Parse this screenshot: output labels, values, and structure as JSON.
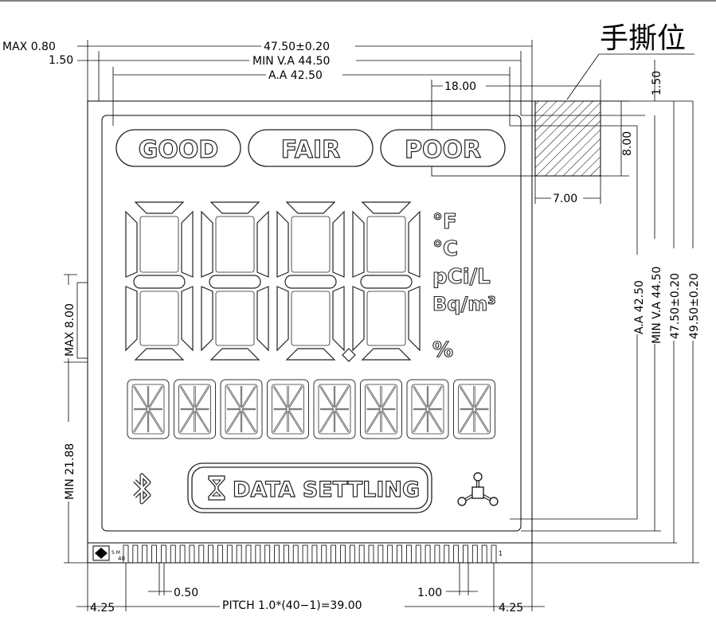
{
  "tear_label": "手撕位",
  "dims": {
    "max_080": "MAX  0.80",
    "d_150_left": "1.50",
    "width_4750": "47.50±0.20",
    "min_va_4450": "MIN  V.A  44.50",
    "aa_4250": "A.A  42.50",
    "d_1800": "18.00",
    "d_800_right": "8.00",
    "d_700": "7.00",
    "d_150_right": "1.50",
    "v_aa_4250": "A.A  42.50",
    "v_min_va_4450": "MIN  V.A  44.50",
    "v_4750": "47.50±0.20",
    "v_4950": "49.50±0.20",
    "max_800_left": "MAX  8.00",
    "min_2188": "MIN  21.88",
    "d_050": "0.50",
    "d_100": "1.00",
    "d_425_left": "4.25",
    "d_425_right": "4.25",
    "pitch": "PITCH  1.0*(40−1)=39.00"
  },
  "lcd": {
    "good": "GOOD",
    "fair": "FAIR",
    "poor": "POOR",
    "unit_f": "°F",
    "unit_c": "°C",
    "unit_pci": "pCi/L",
    "unit_bq": "Bq/m³",
    "unit_pct": "%",
    "data_settling": "DATA SETTLING"
  },
  "pins": {
    "pin40": "40",
    "pin1": "1",
    "logo_text": "S M"
  },
  "icons": {
    "bluetooth": "bluetooth-icon",
    "hourglass": "hourglass-icon",
    "radiation": "molecule-icon"
  }
}
